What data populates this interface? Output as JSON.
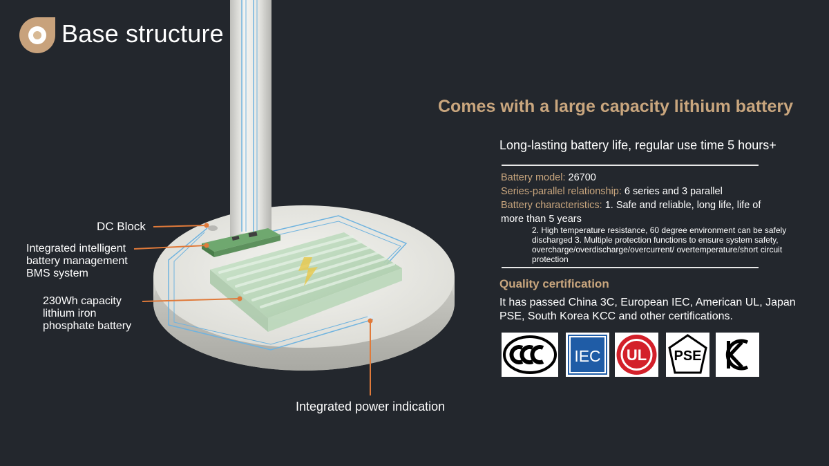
{
  "header": {
    "title": "Base structure"
  },
  "callouts": {
    "dc_block": "DC Block",
    "bms": [
      "Integrated intelligent",
      "battery management",
      "BMS system"
    ],
    "battery": [
      "230Wh capacity",
      "lithium iron",
      "phosphate battery"
    ],
    "power": "Integrated power indication"
  },
  "right": {
    "headline": "Comes with a large capacity lithium battery",
    "subheadline": "Long-lasting battery life, regular use time 5 hours+",
    "specs": {
      "model_label": "Battery model:",
      "model_value": " 26700",
      "relation_label": "Series-parallel relationship:",
      "relation_value": " 6 series and 3 parallel",
      "char_label": "Battery characteristics:",
      "char_value": " 1. Safe and reliable, long life, life of",
      "char_value_cont": "more than 5 years",
      "char_note": "2. High temperature resistance, 60 degree environment can be safely discharged 3. Multiple protection functions to ensure system safety, overcharge/overdischarge/overcurrent/ overtemperature/short circuit protection"
    },
    "quality": {
      "title": "Quality certification",
      "text": "It has passed China 3C, European IEC, American UL, Japan PSE, South Korea KCC and other certifications."
    },
    "certifications": [
      {
        "icon": "ccc-logo"
      },
      {
        "icon": "iec-logo",
        "text": "IEC"
      },
      {
        "icon": "ul-logo",
        "text": "UL"
      },
      {
        "icon": "pse-logo",
        "text": "PSE"
      },
      {
        "icon": "kc-logo"
      }
    ]
  },
  "colors": {
    "background": "#23272d",
    "accent_gold": "#c9a67e",
    "callout_orange": "#e07a3a",
    "circuit_blue": "#6fb3df"
  }
}
